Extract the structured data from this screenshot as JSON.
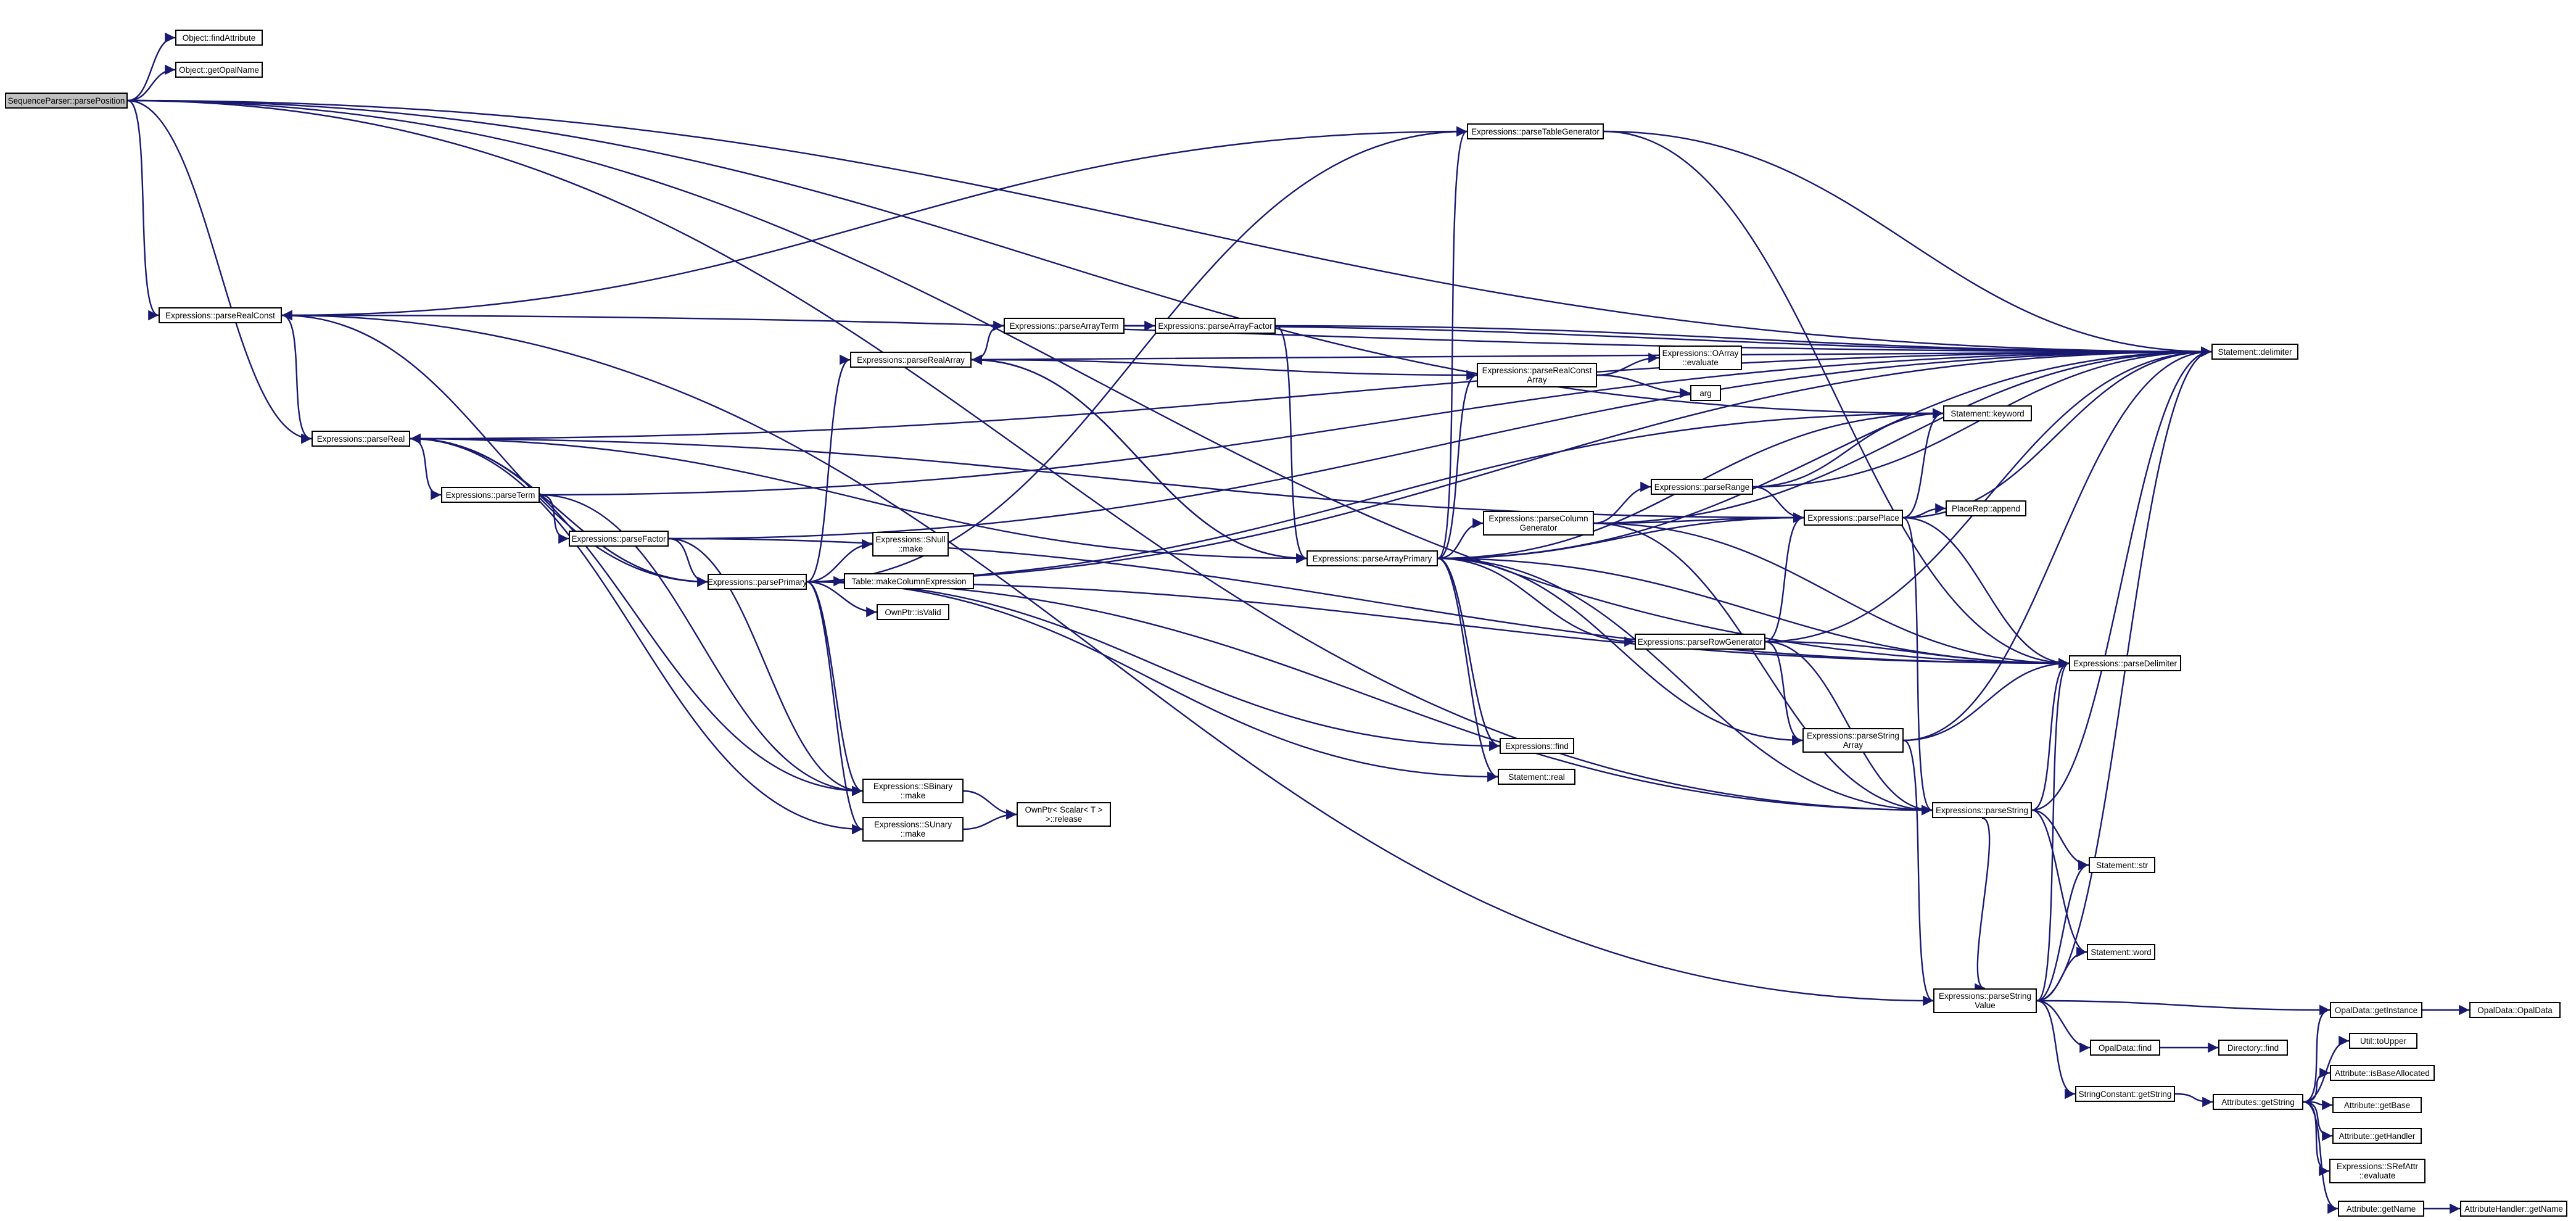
{
  "graph": {
    "root": "SequenceParser::parsePosition",
    "colors": {
      "edge": "#191970",
      "node_border": "#000000",
      "node_fill": "#ffffff",
      "root_fill": "#bfbfbf"
    },
    "nodes": [
      {
        "id": "n1",
        "label": "SequenceParser::parsePosition"
      },
      {
        "id": "n2",
        "label": "Object::findAttribute"
      },
      {
        "id": "n3",
        "label": "Object::getOpalName"
      },
      {
        "id": "n4",
        "label": "Expressions::parseRealConst"
      },
      {
        "id": "n5",
        "label": "Expressions::parseReal"
      },
      {
        "id": "n6",
        "label": "Expressions::parseTerm"
      },
      {
        "id": "n7",
        "label": "Expressions::parseFactor"
      },
      {
        "id": "n8",
        "label": "Expressions::parsePrimary"
      },
      {
        "id": "n9",
        "label": "Expressions::SNull\n::make"
      },
      {
        "id": "n10",
        "label": "Table::makeColumnExpression"
      },
      {
        "id": "n11",
        "label": "OwnPtr::isValid"
      },
      {
        "id": "n12",
        "label": "Expressions::SBinary\n::make"
      },
      {
        "id": "n13",
        "label": "Expressions::SUnary\n::make"
      },
      {
        "id": "n14",
        "label": "OwnPtr< Scalar< T >\n>::release"
      },
      {
        "id": "n15",
        "label": "Expressions::parseRealArray"
      },
      {
        "id": "n16",
        "label": "Expressions::parseArrayTerm"
      },
      {
        "id": "n17",
        "label": "Expressions::parseArrayFactor"
      },
      {
        "id": "n18",
        "label": "Expressions::parseTableGenerator"
      },
      {
        "id": "n19",
        "label": "Expressions::parseArrayPrimary"
      },
      {
        "id": "n20",
        "label": "Expressions::parseRealConst\nArray"
      },
      {
        "id": "n21",
        "label": "Expressions::OArray\n::evaluate"
      },
      {
        "id": "n22",
        "label": "arg"
      },
      {
        "id": "n23",
        "label": "Expressions::parseColumn\nGenerator"
      },
      {
        "id": "n24",
        "label": "Expressions::parseRange"
      },
      {
        "id": "n25",
        "label": "Expressions::parsePlace"
      },
      {
        "id": "n26",
        "label": "PlaceRep::append"
      },
      {
        "id": "n27",
        "label": "Expressions::parseRowGenerator"
      },
      {
        "id": "n28",
        "label": "Expressions::find"
      },
      {
        "id": "n29",
        "label": "Statement::real"
      },
      {
        "id": "n30",
        "label": "Expressions::parseString\nArray"
      },
      {
        "id": "n31",
        "label": "Expressions::parseString"
      },
      {
        "id": "n32",
        "label": "Statement::delimiter"
      },
      {
        "id": "n33",
        "label": "Statement::keyword"
      },
      {
        "id": "n34",
        "label": "Expressions::parseDelimiter"
      },
      {
        "id": "n35",
        "label": "Statement::str"
      },
      {
        "id": "n36",
        "label": "Statement::word"
      },
      {
        "id": "n37",
        "label": "Expressions::parseString\nValue"
      },
      {
        "id": "n38",
        "label": "OpalData::getInstance"
      },
      {
        "id": "n39",
        "label": "OpalData::OpalData"
      },
      {
        "id": "n40",
        "label": "OpalData::find"
      },
      {
        "id": "n41",
        "label": "Directory::find"
      },
      {
        "id": "n42",
        "label": "StringConstant::getString"
      },
      {
        "id": "n43",
        "label": "Attributes::getString"
      },
      {
        "id": "n44",
        "label": "Util::toUpper"
      },
      {
        "id": "n45",
        "label": "Attribute::isBaseAllocated"
      },
      {
        "id": "n46",
        "label": "Attribute::getBase"
      },
      {
        "id": "n47",
        "label": "Attribute::getHandler"
      },
      {
        "id": "n48",
        "label": "Expressions::SRefAttr\n::evaluate"
      },
      {
        "id": "n49",
        "label": "Attribute::getName"
      },
      {
        "id": "n50",
        "label": "AttributeHandler::getName"
      }
    ],
    "edges": [
      [
        "n1",
        "n2"
      ],
      [
        "n1",
        "n3"
      ],
      [
        "n1",
        "n4"
      ],
      [
        "n1",
        "n32"
      ],
      [
        "n1",
        "n33"
      ],
      [
        "n1",
        "n5"
      ],
      [
        "n1",
        "n31"
      ],
      [
        "n1",
        "n34"
      ],
      [
        "n4",
        "n5"
      ],
      [
        "n4",
        "n32"
      ],
      [
        "n5",
        "n6"
      ],
      [
        "n5",
        "n12"
      ],
      [
        "n5",
        "n13"
      ],
      [
        "n5",
        "n32"
      ],
      [
        "n5",
        "n8"
      ],
      [
        "n5",
        "n25"
      ],
      [
        "n6",
        "n7"
      ],
      [
        "n6",
        "n12"
      ],
      [
        "n6",
        "n32"
      ],
      [
        "n7",
        "n8"
      ],
      [
        "n7",
        "n12"
      ],
      [
        "n7",
        "n32"
      ],
      [
        "n7",
        "n34"
      ],
      [
        "n8",
        "n4"
      ],
      [
        "n8",
        "n5"
      ],
      [
        "n8",
        "n9"
      ],
      [
        "n8",
        "n10"
      ],
      [
        "n8",
        "n11"
      ],
      [
        "n8",
        "n12"
      ],
      [
        "n8",
        "n13"
      ],
      [
        "n8",
        "n15"
      ],
      [
        "n8",
        "n18"
      ],
      [
        "n8",
        "n28"
      ],
      [
        "n8",
        "n29"
      ],
      [
        "n8",
        "n31"
      ],
      [
        "n8",
        "n32"
      ],
      [
        "n8",
        "n34"
      ],
      [
        "n8",
        "n33"
      ],
      [
        "n12",
        "n14"
      ],
      [
        "n13",
        "n14"
      ],
      [
        "n15",
        "n16"
      ],
      [
        "n15",
        "n19"
      ],
      [
        "n15",
        "n32"
      ],
      [
        "n16",
        "n17"
      ],
      [
        "n16",
        "n32"
      ],
      [
        "n17",
        "n19"
      ],
      [
        "n17",
        "n32"
      ],
      [
        "n18",
        "n4"
      ],
      [
        "n18",
        "n32"
      ],
      [
        "n18",
        "n34"
      ],
      [
        "n19",
        "n5"
      ],
      [
        "n19",
        "n15"
      ],
      [
        "n19",
        "n18"
      ],
      [
        "n19",
        "n20"
      ],
      [
        "n19",
        "n23"
      ],
      [
        "n19",
        "n25"
      ],
      [
        "n19",
        "n27"
      ],
      [
        "n19",
        "n28"
      ],
      [
        "n19",
        "n29"
      ],
      [
        "n19",
        "n30"
      ],
      [
        "n19",
        "n31"
      ],
      [
        "n19",
        "n32"
      ],
      [
        "n19",
        "n33"
      ],
      [
        "n19",
        "n34"
      ],
      [
        "n20",
        "n15"
      ],
      [
        "n20",
        "n21"
      ],
      [
        "n20",
        "n22"
      ],
      [
        "n23",
        "n24"
      ],
      [
        "n23",
        "n25"
      ],
      [
        "n23",
        "n31"
      ],
      [
        "n23",
        "n32"
      ],
      [
        "n23",
        "n34"
      ],
      [
        "n24",
        "n25"
      ],
      [
        "n24",
        "n33"
      ],
      [
        "n24",
        "n32"
      ],
      [
        "n25",
        "n26"
      ],
      [
        "n25",
        "n31"
      ],
      [
        "n25",
        "n32"
      ],
      [
        "n25",
        "n33"
      ],
      [
        "n25",
        "n34"
      ],
      [
        "n27",
        "n25"
      ],
      [
        "n27",
        "n30"
      ],
      [
        "n27",
        "n31"
      ],
      [
        "n27",
        "n32"
      ],
      [
        "n27",
        "n34"
      ],
      [
        "n30",
        "n37"
      ],
      [
        "n30",
        "n32"
      ],
      [
        "n30",
        "n34"
      ],
      [
        "n31",
        "n35"
      ],
      [
        "n31",
        "n36"
      ],
      [
        "n31",
        "n32"
      ],
      [
        "n31",
        "n34"
      ],
      [
        "n31",
        "n37"
      ],
      [
        "n37",
        "n4"
      ],
      [
        "n37",
        "n34"
      ],
      [
        "n37",
        "n35"
      ],
      [
        "n37",
        "n36"
      ],
      [
        "n37",
        "n38"
      ],
      [
        "n37",
        "n40"
      ],
      [
        "n37",
        "n42"
      ],
      [
        "n37",
        "n32"
      ],
      [
        "n38",
        "n39"
      ],
      [
        "n40",
        "n41"
      ],
      [
        "n42",
        "n43"
      ],
      [
        "n43",
        "n38"
      ],
      [
        "n43",
        "n44"
      ],
      [
        "n43",
        "n45"
      ],
      [
        "n43",
        "n46"
      ],
      [
        "n43",
        "n47"
      ],
      [
        "n43",
        "n48"
      ],
      [
        "n43",
        "n49"
      ],
      [
        "n49",
        "n50"
      ]
    ]
  }
}
